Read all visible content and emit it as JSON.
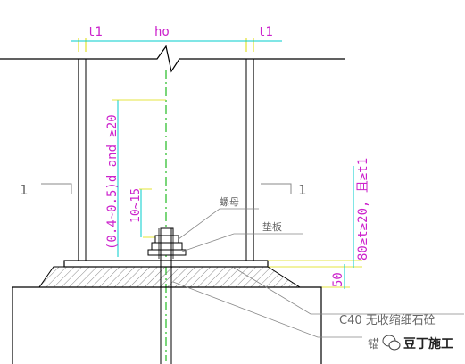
{
  "labels": {
    "t1_left": "t1",
    "ho": "ho",
    "t1_right": "t1",
    "section_left": "1",
    "section_right": "1",
    "embed_depth": "(0.4~0.5)d and ≥20",
    "nut_gap": "10~15",
    "nut": "螺母",
    "washer": "垫板",
    "grout_thickness": "50",
    "plate_thickness": "80≥t≥20, 且≥t1",
    "grout_material": "C40 无收缩细石砼",
    "anchor_bolt": "锚",
    "watermark": "豆丁施工"
  },
  "colors": {
    "dimension_text": "#cc22cc",
    "dimension_line": "#00cccc",
    "extension_line": "#dddd00",
    "centerline": "#22bb22",
    "outline": "#000000",
    "leader": "#888888"
  },
  "icons": {
    "watermark_logo": "wechat-icon"
  }
}
